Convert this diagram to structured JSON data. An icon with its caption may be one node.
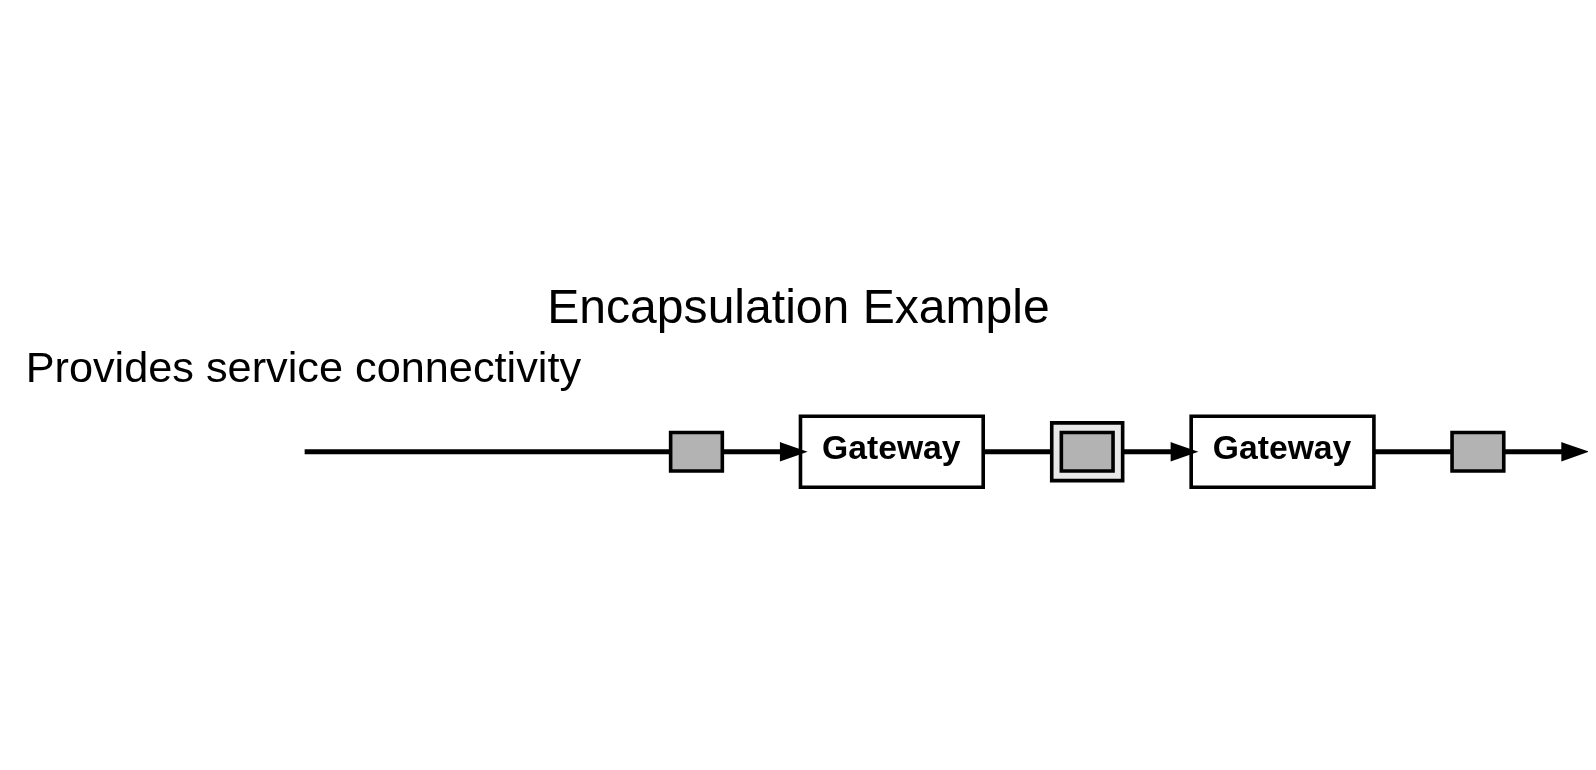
{
  "diagram": {
    "title": "Encapsulation Example",
    "nodes": [
      {
        "text": [],
        "shape": "box"
      },
      {
        "text": [
          "Gateway"
        ]
      },
      {
        "text": [],
        "shape": "box"
      },
      {
        "text": [],
        "shape": "box",
        "in": 2
      },
      {
        "text": [
          "Gateway"
        ]
      },
      {
        "text": [],
        "shape": "box"
      }
    ],
    "edges": [
      {
        "from": null,
        "to": 0,
        "arrow": "none"
      },
      {
        "from": 0,
        "to": 1,
        "arrow": "to"
      },
      {
        "from": 1,
        "to": 2,
        "arrow": "none"
      },
      {
        "from": 2,
        "to": 4,
        "arrow": "to"
      },
      {
        "from": 4,
        "to": 5,
        "arrow": "none"
      },
      {
        "from": 5,
        "to": null,
        "arrow": "to"
      }
    ],
    "labels": [
      "Provides service connectivity"
    ]
  }
}
